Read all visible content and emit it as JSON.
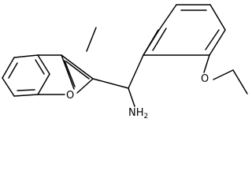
{
  "molecule": {
    "atoms": {
      "oxygen_ring": "O",
      "oxygen_ether": "O",
      "amine": {
        "main": "NH",
        "subscript": "2"
      }
    }
  }
}
